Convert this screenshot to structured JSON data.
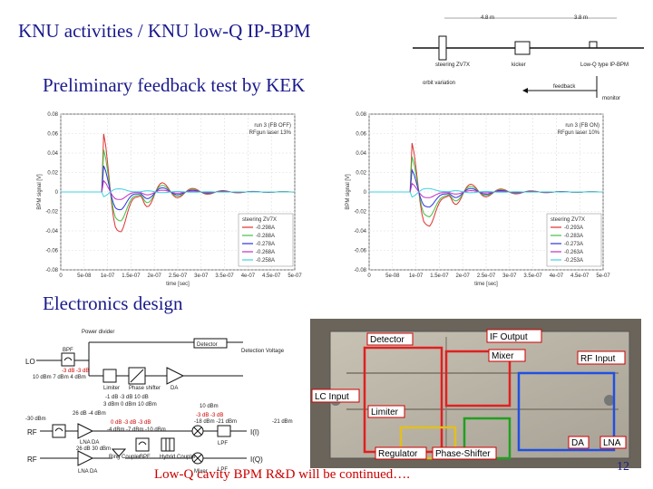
{
  "slide": {
    "title": "KNU activities / KNU low-Q IP-BPM",
    "subtitle": "Preliminary feedback test by KEK",
    "section": "Electronics design",
    "footer": "Low-Q cavity BPM R&D will be continued….",
    "page_number": "12"
  },
  "beamline": {
    "dist_left": "4.8 m",
    "dist_right": "3.8 m",
    "steering_label": "steering ZV7X",
    "kicker_label": "kicker",
    "bpm_label": "Low-Q type IP-BPM",
    "orbit_label": "orbit variation",
    "feedback_label": "feedback",
    "monitor_label": "monitor"
  },
  "chart_data": [
    {
      "type": "line",
      "annotation": [
        "run 3 (FB OFF)",
        "RFgun laser 13%"
      ],
      "ylabel": "BPM signal [V]",
      "xlabel": "time [sec]",
      "yticks": [
        "0.08",
        "0.06",
        "0.04",
        "0.02",
        "0",
        "-0.02",
        "-0.04",
        "-0.06",
        "-0.08"
      ],
      "xticks": [
        "0",
        "5e-08",
        "1e-07",
        "1.5e-07",
        "2e-07",
        "2.5e-07",
        "3e-07",
        "3.5e-07",
        "4e-07",
        "4.5e-07",
        "5e-07"
      ],
      "ylim": [
        -0.08,
        0.08
      ],
      "xlim": [
        0,
        5e-07
      ],
      "legend_title": "steering ZV7X",
      "legend_position": "bottom-right",
      "series": [
        {
          "name": "-0.298A",
          "color": "#e03030",
          "peak": 0.062,
          "dip": -0.058
        },
        {
          "name": "-0.288A",
          "color": "#40c040",
          "peak": 0.045,
          "dip": -0.042
        },
        {
          "name": "-0.278A",
          "color": "#3030e0",
          "peak": 0.028,
          "dip": -0.025
        },
        {
          "name": "-0.268A",
          "color": "#c030c0",
          "peak": 0.012,
          "dip": -0.01
        },
        {
          "name": "-0.258A",
          "color": "#40d0e0",
          "peak": -0.005,
          "dip": 0.004
        }
      ]
    },
    {
      "type": "line",
      "annotation": [
        "run 3 (FB ON)",
        "RFgun laser 10%"
      ],
      "ylabel": "BPM signal [V]",
      "xlabel": "time [sec]",
      "yticks": [
        "0.08",
        "0.06",
        "0.04",
        "0.02",
        "0",
        "-0.02",
        "-0.04",
        "-0.06",
        "-0.08"
      ],
      "xticks": [
        "0",
        "5e-08",
        "1e-07",
        "1.5e-07",
        "2e-07",
        "2.5e-07",
        "3e-07",
        "3.5e-07",
        "4e-07",
        "4.5e-07",
        "5e-07"
      ],
      "ylim": [
        -0.08,
        0.08
      ],
      "xlim": [
        0,
        5e-07
      ],
      "legend_title": "steering ZV7X",
      "legend_position": "bottom-right",
      "series": [
        {
          "name": "-0.293A",
          "color": "#e03030",
          "peak": 0.058,
          "dip": -0.052
        },
        {
          "name": "-0.283A",
          "color": "#40c040",
          "peak": 0.042,
          "dip": -0.038
        },
        {
          "name": "-0.273A",
          "color": "#3030e0",
          "peak": 0.026,
          "dip": -0.022
        },
        {
          "name": "-0.263A",
          "color": "#c030c0",
          "peak": 0.01,
          "dip": -0.008
        },
        {
          "name": "-0.253A",
          "color": "#40d0e0",
          "peak": -0.006,
          "dip": 0.005
        }
      ]
    }
  ],
  "schematic": {
    "power_divider": "Power divider",
    "bpf": "BPF",
    "lo": "LO",
    "detector": "Detector",
    "detection_voltage": "Detection Voltage",
    "lo_levels_1": "-3 dB  -3 dB",
    "lo_levels_2": "10 dBm 7 dBm 4 dBm",
    "limiter": "Limiter",
    "phase_shifter": "Phase shifter",
    "da": "DA",
    "lim_levels": "-1 dB  -3 dB  10 dB",
    "lim_levels_2": "3 dBm  0 dBm  10 dBm",
    "level_10dbm": "10 dBm",
    "hyb_levels": "-3 dB    -3 dB",
    "hyb_levels_2": "-18 dBm -21 dBm",
    "out_level": "-21 dBm",
    "rf_in_level": "-30 dBm",
    "rf": "RF",
    "lna_gain": "26 dB -4 dBm",
    "mix_levels": "0 dB  -3 dB  -3 dB",
    "mix_levels_2": "-4 dBm -7 dBm -10 dBm",
    "lnada": "LNA DA",
    "lnada_levels": "26 dB 30 dBm",
    "lnada2": "LNA DA",
    "ring_coupler": "Ring Coupler",
    "bpf2": "BPF",
    "hybrid_coupler": "Hybrid Coupler",
    "mixer": "Mixer",
    "lpf": "LPF",
    "lpf2": "LPF",
    "i_out": "I(I)",
    "q_out": "I(Q)"
  },
  "photo": {
    "if_output": "IF Output",
    "detector": "Detector",
    "mixer": "Mixer",
    "rf_input": "RF Input",
    "lc_input": "LC Input",
    "limiter": "Limiter",
    "da": "DA",
    "lna": "LNA",
    "regulator": "Regulator",
    "phase_shifter": "Phase-Shifter"
  }
}
